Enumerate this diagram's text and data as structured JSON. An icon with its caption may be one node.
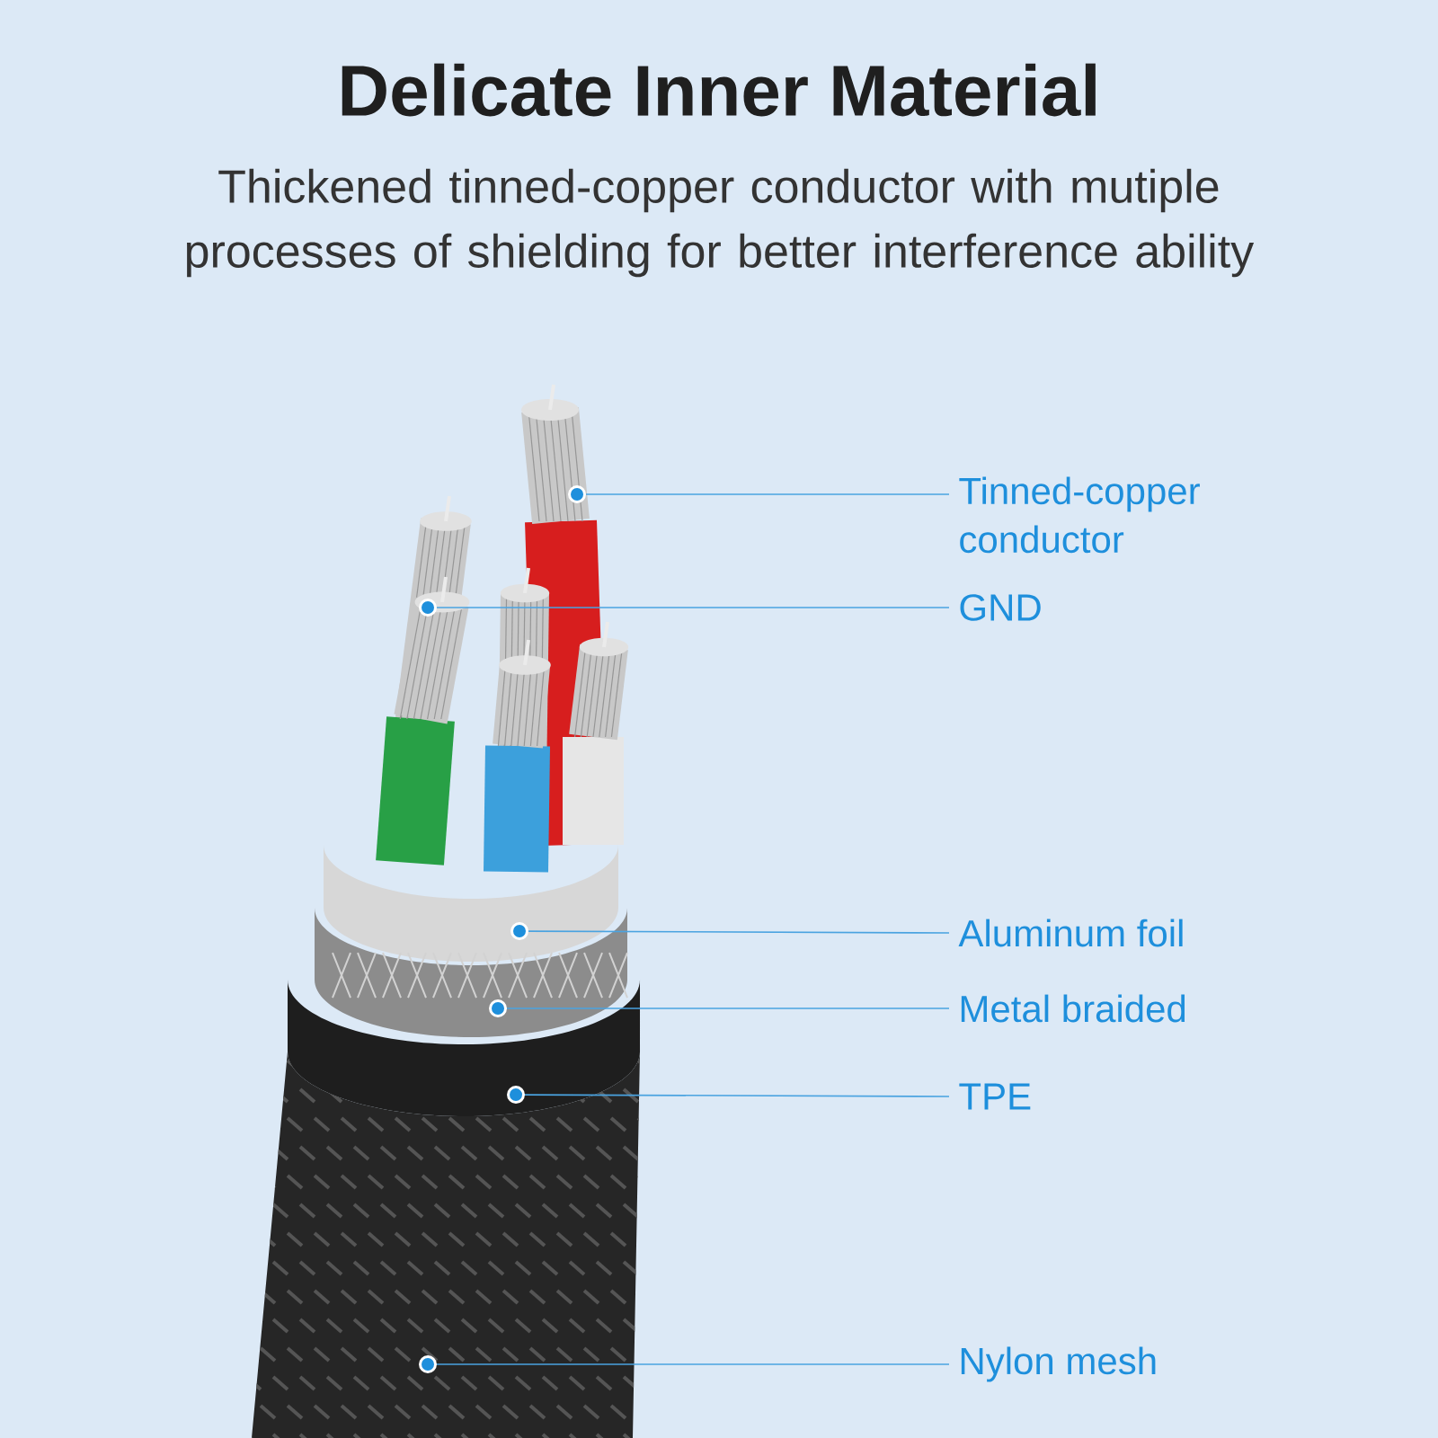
{
  "diagram": {
    "title": "Delicate Inner Material",
    "nodes": [
      {
        "text": [
          "Tinned-copper conductor"
        ]
      },
      {
        "text": [
          "GND"
        ]
      },
      {
        "text": [
          "Aluminum foil"
        ]
      },
      {
        "text": [
          "Metal braided"
        ]
      },
      {
        "text": [
          "TPE"
        ]
      },
      {
        "text": [
          "Nylon mesh"
        ]
      }
    ],
    "edges": [
      {
        "from": 0,
        "to": null,
        "arrow": "other"
      },
      {
        "from": 1,
        "to": null,
        "arrow": "other"
      },
      {
        "from": 2,
        "to": null,
        "arrow": "other"
      },
      {
        "from": 3,
        "to": null,
        "arrow": "other"
      },
      {
        "from": 4,
        "to": null,
        "arrow": "other"
      },
      {
        "from": 5,
        "to": null,
        "arrow": "other"
      }
    ],
    "labels": [
      "Thickened tinned-copper conductor with mutiple processes of shielding for better interference ability"
    ]
  }
}
